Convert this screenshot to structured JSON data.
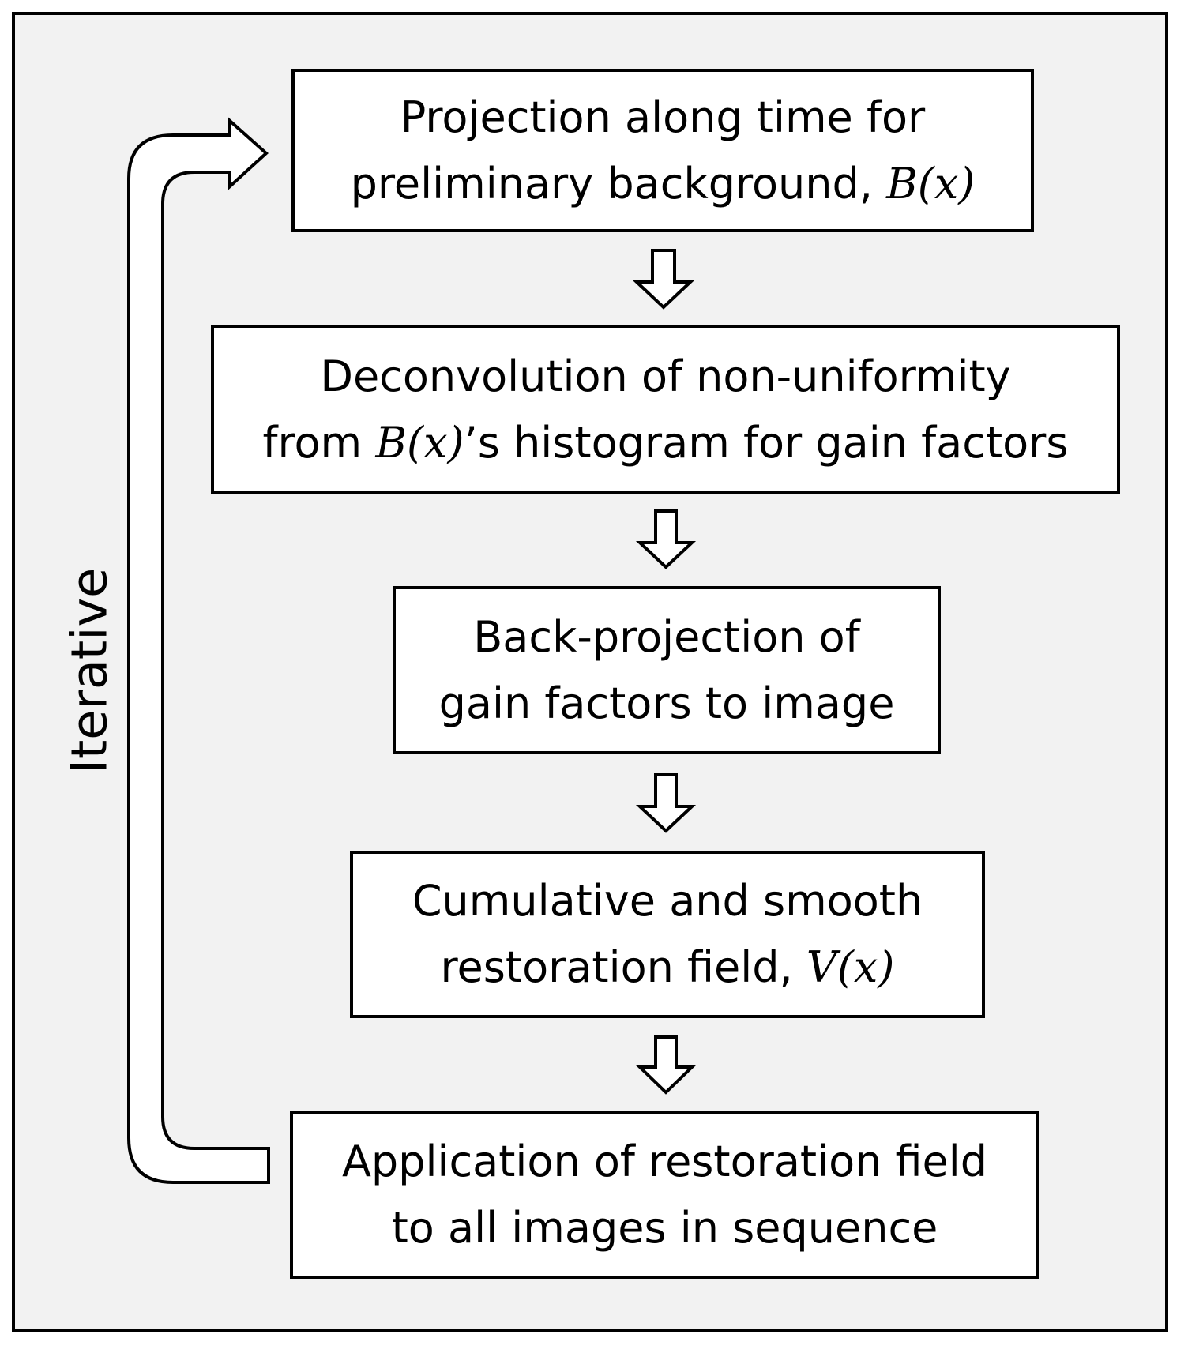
{
  "loop_label": "Iterative",
  "steps": [
    {
      "line1": "Projection along time for",
      "line2_pre": "preliminary background, ",
      "line2_math": "B(x)",
      "line2_post": ""
    },
    {
      "line1": "Deconvolution of non-uniformity",
      "line2_pre": "from ",
      "line2_math": "B(x)",
      "line2_post": "’s histogram for gain factors"
    },
    {
      "line1": "Back-projection of",
      "line2_pre": "gain factors to image",
      "line2_math": "",
      "line2_post": ""
    },
    {
      "line1": "Cumulative and smooth",
      "line2_pre": "restoration field, ",
      "line2_math": "V(x)",
      "line2_post": ""
    },
    {
      "line1": "Application of restoration field",
      "line2_pre": "to all images in sequence",
      "line2_math": "",
      "line2_post": ""
    }
  ]
}
